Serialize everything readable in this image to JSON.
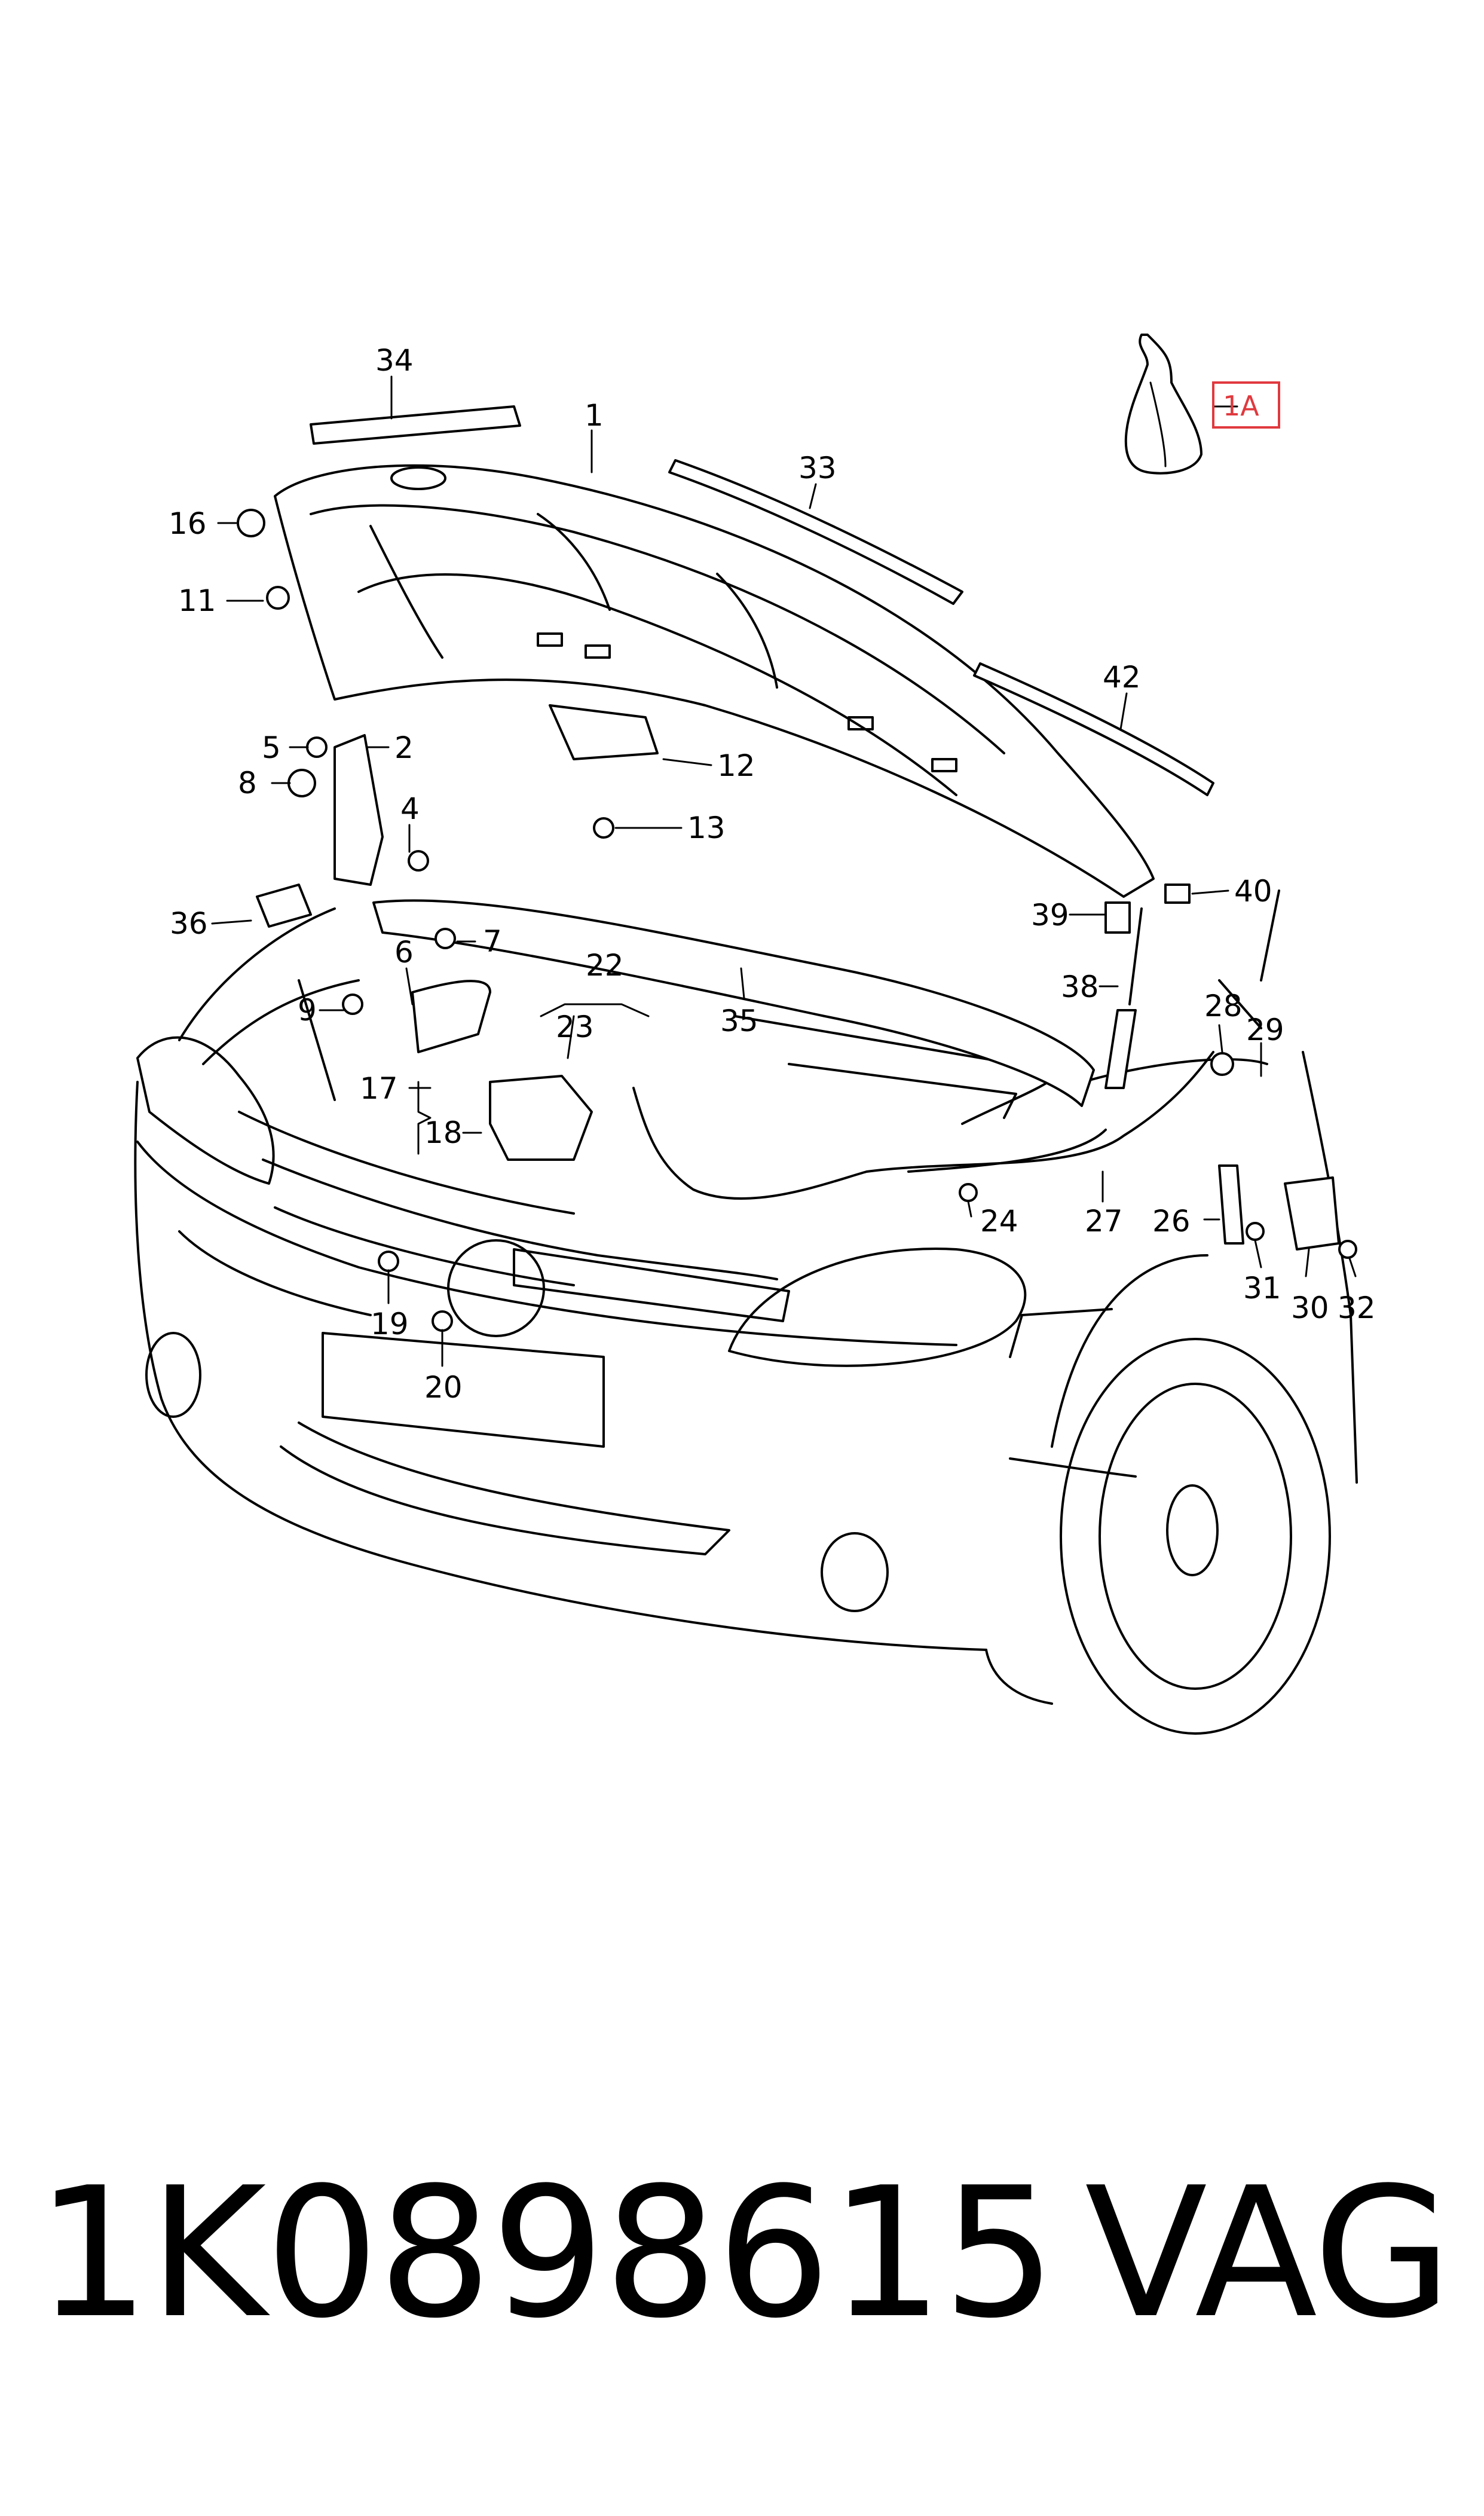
{
  "diagram": {
    "callouts": [
      "34",
      "1",
      "33",
      "16",
      "11",
      "5",
      "8",
      "2",
      "4",
      "12",
      "13",
      "42",
      "1A",
      "36",
      "7",
      "6",
      "9",
      "22",
      "23",
      "35",
      "39",
      "40",
      "38",
      "28",
      "29",
      "17",
      "18",
      "24",
      "27",
      "26",
      "31",
      "30",
      "32",
      "19",
      "20"
    ],
    "highlighted_callout": "1A",
    "highlight_color": "#e0393e"
  },
  "footer": {
    "part_number": "1K0898615",
    "brand": "VAG"
  }
}
